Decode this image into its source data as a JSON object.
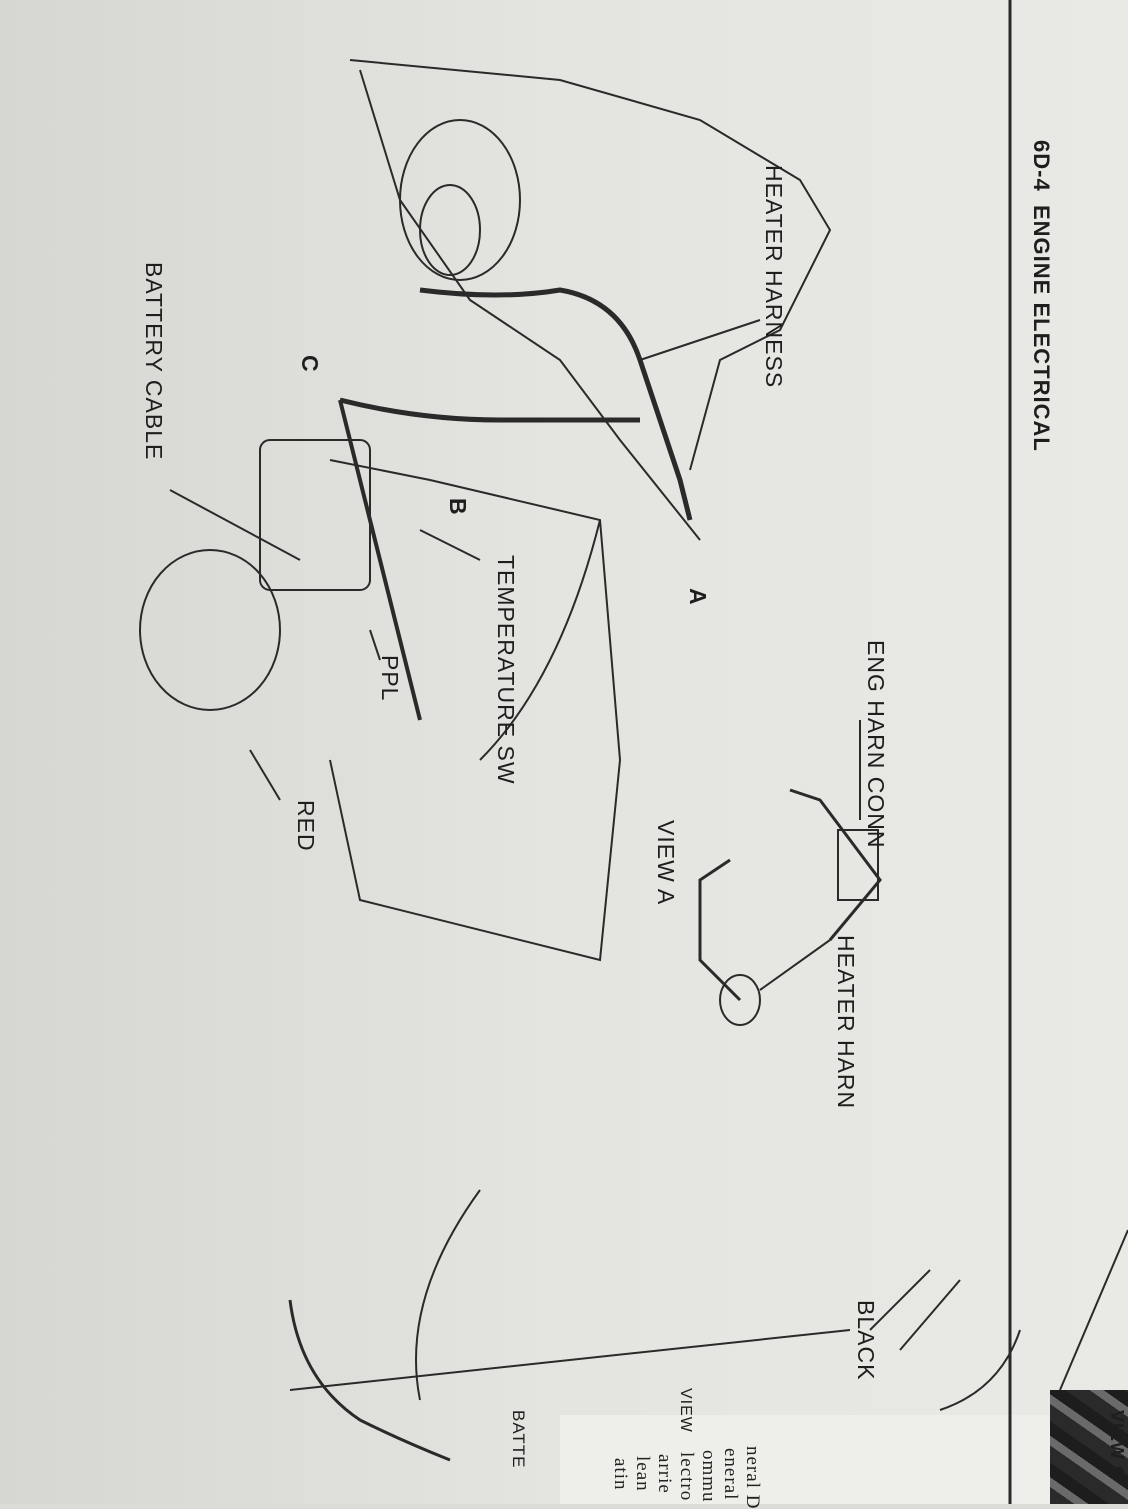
{
  "header": {
    "page_number": "6D-4",
    "section_title": "ENGINE ELECTRICAL"
  },
  "labels": {
    "heater_harness": "HEATER HARNESS",
    "battery_cable": "BATTERY CABLE",
    "view_c_marker": "C",
    "view_b_marker": "B",
    "view_a_marker": "A",
    "temperature_sw": "TEMPERATURE SW",
    "ppl": "PPL",
    "red": "RED",
    "eng_harn_conn": "ENG HARN CONN",
    "heater_harn": "HEATER HARN",
    "view_a": "VIEW  A",
    "black": "BLACK",
    "view_c": "VIEW C",
    "batte": "BATTE",
    "view_partial": "VIEW"
  },
  "next_page_text": [
    "neral D",
    "eneral",
    "ommu",
    "lectro",
    "arrie",
    "lean",
    "atin"
  ],
  "colors": {
    "paper": "#e6e6e2",
    "ink": "#1e1e1e"
  }
}
